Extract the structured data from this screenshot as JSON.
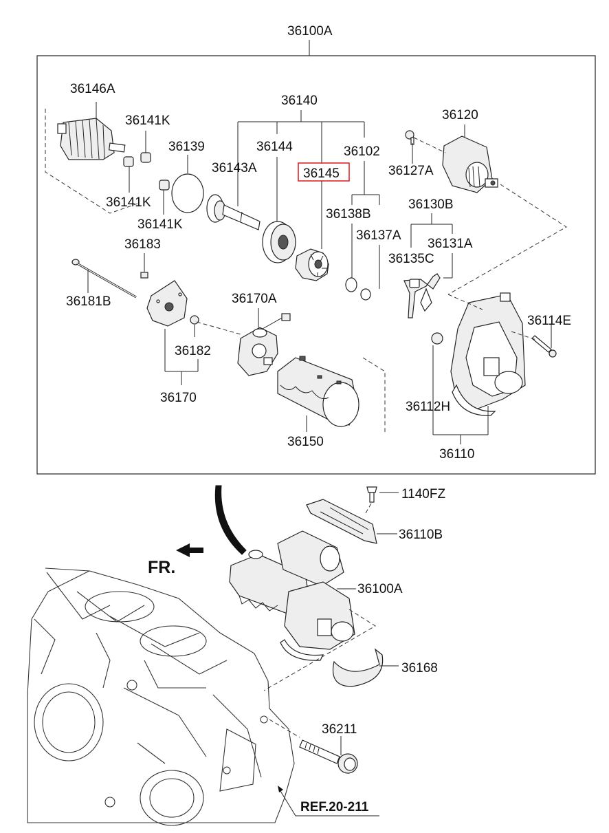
{
  "labels": {
    "assembly_top": "36100A",
    "p36146A": "36146A",
    "p36141K_a": "36141K",
    "p36141K_b": "36141K",
    "p36141K_c": "36141K",
    "p36139": "36139",
    "p36140": "36140",
    "p36144": "36144",
    "p36143A": "36143A",
    "p36145": "36145",
    "p36102": "36102",
    "p36120": "36120",
    "p36127A": "36127A",
    "p36138B": "36138B",
    "p36137A": "36137A",
    "p36130B": "36130B",
    "p36131A": "36131A",
    "p36135C": "36135C",
    "p36183": "36183",
    "p36181B": "36181B",
    "p36170A": "36170A",
    "p36182": "36182",
    "p36170": "36170",
    "p36150": "36150",
    "p36114E": "36114E",
    "p36112H": "36112H",
    "p36110": "36110",
    "p1140FZ": "1140FZ",
    "p36110B": "36110B",
    "p36100A_b": "36100A",
    "p36168": "36168",
    "p36211": "36211",
    "ref": "REF.20-211",
    "front": "FR."
  },
  "highlight_color": "#e0262b"
}
